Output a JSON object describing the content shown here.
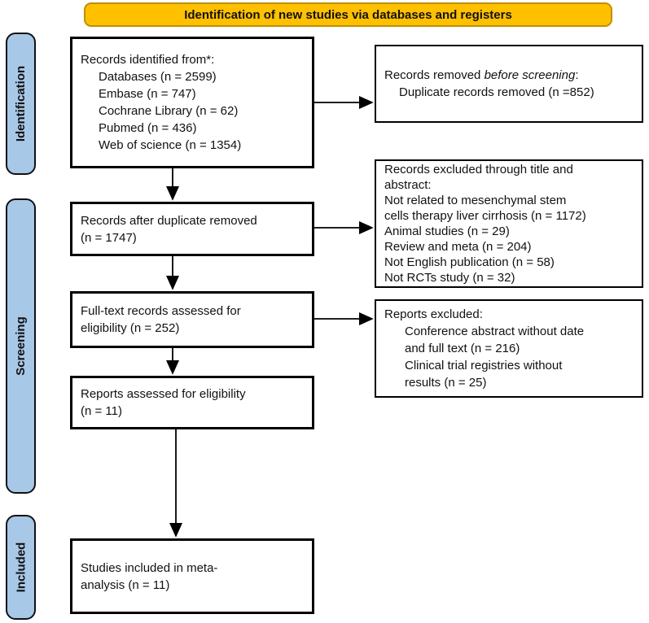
{
  "banner": {
    "label": "Identification of new studies via databases and registers"
  },
  "stages": {
    "identification": "Identification",
    "screening": "Screening",
    "included": "Included"
  },
  "boxes": {
    "records_identified": {
      "lines": [
        "Records identified from*:",
        "Databases (n = 2599)",
        "Embase (n = 747)",
        "Cochrane Library (n = 62)",
        "Pubmed (n = 436)",
        "Web of science (n = 1354)"
      ]
    },
    "records_after_duplicate": {
      "lines": [
        "Records after duplicate removed",
        "(n = 1747)"
      ]
    },
    "fulltext_assessed": {
      "lines": [
        "Full-text records assessed for",
        "eligibility (n = 252)"
      ]
    },
    "reports_assessed": {
      "lines": [
        "Reports assessed for eligibility",
        "(n = 11)"
      ]
    },
    "studies_included": {
      "lines": [
        "Studies included in meta-",
        "analysis (n = 11)"
      ]
    },
    "records_removed": {
      "title_prefix": "Records removed ",
      "title_italic": "before screening",
      "title_suffix": ":",
      "lines": [
        "Duplicate records removed (n =852)"
      ]
    },
    "records_excluded": {
      "lines": [
        "Records excluded through title and",
        "abstract:",
        "Not related to mesenchymal stem",
        "cells therapy liver cirrhosis (n = 1172)",
        "Animal studies (n = 29)",
        "Review and meta (n = 204)",
        "Not English publication (n = 58)",
        "Not RCTs study (n = 32)"
      ]
    },
    "reports_excluded": {
      "lines": [
        "Reports excluded:",
        "Conference abstract without date",
        "and full text (n = 216)",
        "Clinical trial registries without",
        "results (n = 25)"
      ]
    }
  },
  "colors": {
    "banner_fill": "#FFC000",
    "banner_border": "#BF9000",
    "stage_fill": "#A8C8E8",
    "box_border": "#000000",
    "arrow": "#000000"
  }
}
